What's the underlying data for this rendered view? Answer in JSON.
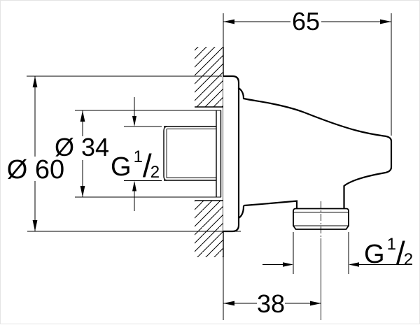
{
  "drawing": {
    "kind": "technical-dimension-drawing",
    "background_color": "#ffffff",
    "line_color": "#000000",
    "dimensions": {
      "body_depth": "65",
      "plate_diameter": "Ø 60",
      "collar_diameter": "Ø 34",
      "wall_to_outlet_offset": "38",
      "thread_label": {
        "prefix": "G",
        "numerator": "1",
        "slash": "/",
        "denominator": "2"
      }
    }
  }
}
